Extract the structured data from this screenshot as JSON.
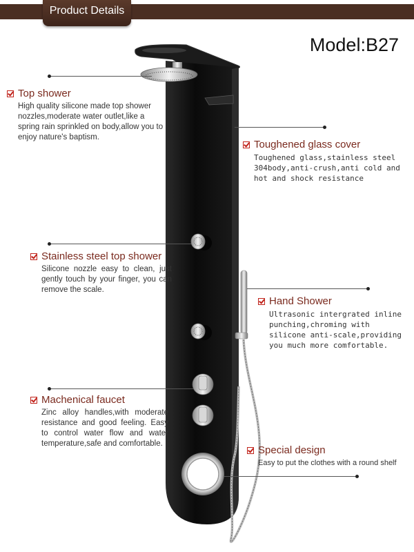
{
  "header": {
    "tab_label": "Product Details"
  },
  "model": "Model:B27",
  "features": [
    {
      "title": "Top shower",
      "description": "High quality silicone made top shower nozzles,moderate water outlet,like a spring rain sprinkled on body,allow you to enjoy nature's baptism."
    },
    {
      "title": "Toughened glass cover",
      "description": "Toughened glass,stainless steel 304body,anti-crush,anti cold and hot and shock resistance"
    },
    {
      "title": "Stainless steel top shower",
      "description": "Silicone nozzle easy to clean, just gently touch by your finger, you can remove the scale."
    },
    {
      "title": "Hand Shower",
      "description": "Ultrasonic intergrated inline punching,chroming with silicone anti-scale,providing you much more comfortable."
    },
    {
      "title": "Machenical faucet",
      "description": "Zinc alloy handles,with moderate resistance and good feeling. Easy to control water flow and water temperature,safe and comfortable."
    },
    {
      "title": "Special design",
      "description": "Easy to put the clothes with a round shelf"
    }
  ],
  "colors": {
    "header_bg": "#4a2e22",
    "accent_red": "#c0221a",
    "panel_black": "#111111"
  }
}
